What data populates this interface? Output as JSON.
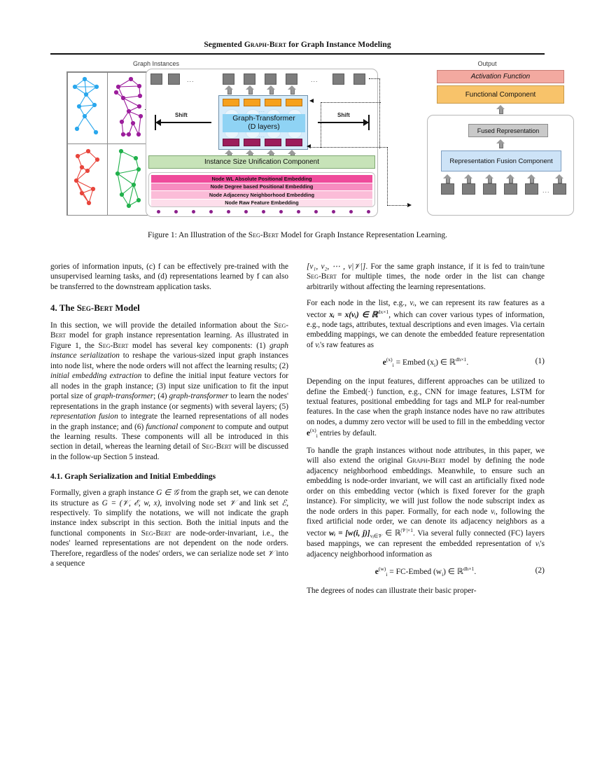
{
  "runhead": {
    "pre": "Segmented ",
    "sc1": "Graph-Bert",
    "post": " for Graph Instance Modeling"
  },
  "figure": {
    "graph_instances_label": "Graph Instances",
    "output_label": "Output",
    "graph_transformer": {
      "line1": "Graph-Transformer",
      "line2": "(D layers)"
    },
    "shift_left_label": "Shift",
    "shift_right_label": "Shift",
    "instance_size_unification": "Instance Size Unification Component",
    "embeddings": [
      {
        "label": "Node WL Absolute Positional Embedding",
        "color": "#ef4b9b"
      },
      {
        "label": "Node Degree based Positional Embedding",
        "color": "#f78cc0"
      },
      {
        "label": "Node Adjacency Neighborhood Embedding",
        "color": "#fbbcd8"
      },
      {
        "label": "Node Raw Feature Embedding",
        "color": "#fddeeb"
      }
    ],
    "activation_function": "Activation Function",
    "functional_component": "Functional Component",
    "fused_representation": "Fused Representation",
    "representation_fusion_component": "Representation Fusion Component",
    "ellipsis": "...",
    "instance_colors": [
      "#29a7ed",
      "#9c1d9c",
      "#e8453c",
      "#21b14c"
    ],
    "node_dot_color": "#8b1f8b",
    "token_box_color": "#7d7d7d",
    "orange_box_color": "#f6a11d",
    "magenta_box_color": "#9c1d5b",
    "transformer_band_color": "#8fd3f4",
    "dot_count": 13
  },
  "caption": {
    "prefix": "Figure 1: An Illustration of the ",
    "sc": "Seg-Bert",
    "suffix": " Model for Graph Instance Representation Learning."
  },
  "left_column": {
    "p_cont": "gories of information inputs, (c) f can be effectively pre-trained with the unsupervised learning tasks, and (d) representations learned by f can also be transferred to the downstream application tasks.",
    "section_number": "4.",
    "section_title_pre": "The ",
    "section_title_sc": "Seg-Bert",
    "section_title_post": " Model",
    "p1_a": "In this section, we will provide the detailed information about the ",
    "p1_sc1": "Seg-Bert",
    "p1_b": " model for graph instance representation learning. As illustrated in Figure 1, the ",
    "p1_sc2": "Seg-Bert",
    "p1_c": " model has several key components: (1) ",
    "p1_i1": "graph instance serialization",
    "p1_d": " to reshape the various-sized input graph instances into node list, where the node orders will not affect the learning results; (2) ",
    "p1_i2": "initial embedding extraction",
    "p1_e": " to define the initial input feature vectors for all nodes in the graph instance; (3) input size unification to fit the input portal size of ",
    "p1_i3": "graph-transformer",
    "p1_f": "; (4) ",
    "p1_i4": "graph-transformer",
    "p1_g": " to learn the nodes' representations in the graph instance (or segments) with several layers; (5) ",
    "p1_i5": "representation fusion",
    "p1_h": " to integrate the learned representations of all nodes in the graph instance; and (6) ",
    "p1_i6": "functional component",
    "p1_j": " to compute and output the learning results. These components will all be introduced in this section in detail, whereas the learning detail of ",
    "p1_sc3": "Seg-Bert",
    "p1_k": " will be discussed in the follow-up Section 5 instead.",
    "subsection_number": "4.1.",
    "subsection_title": "Graph Serialization and Initial Embeddings",
    "p2_a": "Formally, given a graph instance ",
    "p2_m1": "G ∈ 𝒢",
    "p2_b": " from the graph set, we can denote its structure as ",
    "p2_m2": "G = (𝒱, ℰ, w, x)",
    "p2_c": ", involving node set ",
    "p2_m3": "𝒱",
    "p2_d": " and link set ",
    "p2_m4": "ℰ",
    "p2_e": ", respectively. To simplify the notations, we will not indicate the graph instance index subscript in this section. Both the initial inputs and the functional components in ",
    "p2_sc": "Seg-Bert",
    "p2_f": " are node-order-invariant, i.e., the nodes' learned representations are not dependent on the node orders. Therefore, regardless of the nodes' orders, we can serialize node set ",
    "p2_m5": "𝒱",
    "p2_g": " into a sequence"
  },
  "right_column": {
    "p1_m1": "[v₁, v₂, ⋯ , v|𝒱|]",
    "p1_a": ". For the same graph instance, if it is fed to train/tune ",
    "p1_sc": "Seg-Bert",
    "p1_b": " for multiple times, the node order in the list can change arbitrarily without affecting the learning representations.",
    "p2_a": "For each node in the list, e.g., ",
    "p2_m1": "vᵢ",
    "p2_b": ", we can represent its raw features as a vector ",
    "p2_m2": "xᵢ = x(vᵢ) ∈ ℝ",
    "p2_m2sup": "dx×1",
    "p2_c": ", which can cover various types of information, e.g., node tags, attributes, textual descriptions and even images. Via certain embedding mappings, we can denote the embedded feature representation of ",
    "p2_m3": "vᵢ",
    "p2_d": "'s raw features as",
    "eq1": {
      "lhs": "e",
      "lhs_sup": "(x)",
      "lhs_sub": "i",
      "body": " = Embed (x",
      "body_sub": "i",
      "body2": ") ∈ ℝ",
      "body_sup": "dh×1",
      "tail": ".",
      "number": "(1)"
    },
    "p3_a": "Depending on the input features, different approaches can be utilized to define the Embed(·) function, e.g., CNN for image features, LSTM for textual features, positional embedding for tags and MLP for real-number features. In the case when the graph instance nodes have no raw attributes on nodes, a dummy zero vector will be used to fill in the embedding vector ",
    "p3_m": "e",
    "p3_m_sup": "(x)",
    "p3_m_sub": "i",
    "p3_b": " entries by default.",
    "p4_a": "To handle the graph instances without node attributes, in this paper, we will also extend the original ",
    "p4_sc": "Graph-Bert",
    "p4_b": " model by defining the node adjacency neighborhood embeddings. Meanwhile, to ensure such an embedding is node-order invariant, we will cast an artificially fixed node order on this embedding vector (which is fixed forever for the graph instance). For simplicity, we will just follow the node subscript index as the node orders in this paper. Formally, for each node ",
    "p4_m1": "vᵢ",
    "p4_c": ", following the fixed artificial node order, we can denote its adjacency neighbors as a vector ",
    "p4_m2": "wᵢ = [w(i, j)]",
    "p4_m2sub": "vⱼ∈𝒱",
    "p4_m2b": " ∈ ℝ",
    "p4_m2sup": "|𝒱|×1",
    "p4_d": ". Via several fully connected (FC) layers based mappings, we can represent the embedded representation of ",
    "p4_m3": "vᵢ",
    "p4_e": "'s adjacency neighborhood information as",
    "eq2": {
      "lhs": "e",
      "lhs_sup": "(w)",
      "lhs_sub": "i",
      "body": " = FC-Embed (w",
      "body_sub": "i",
      "body2": ") ∈ ℝ",
      "body_sup": "dh×1",
      "tail": ".",
      "number": "(2)"
    },
    "p5": "The degrees of nodes can illustrate their basic proper-"
  }
}
